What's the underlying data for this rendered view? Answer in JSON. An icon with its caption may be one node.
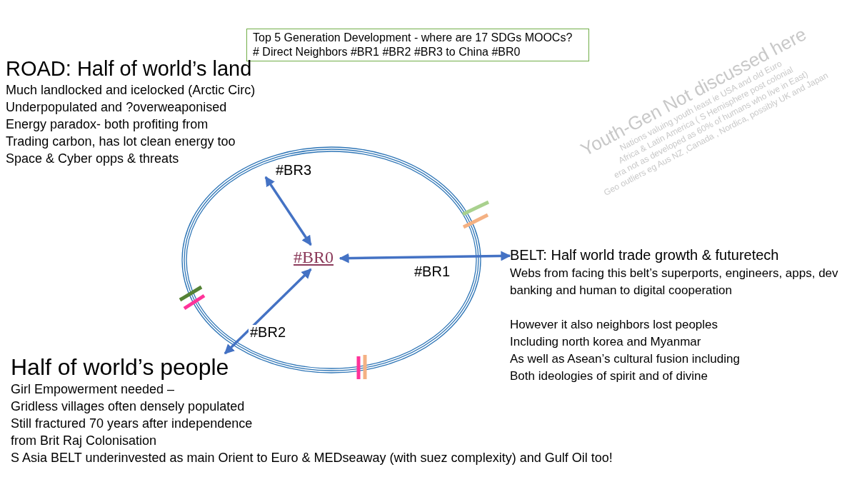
{
  "diagram": {
    "nodes": [
      {
        "text": [
          "Top 5 Generation Development - where are 17 SDGs MOOCs?",
          "# Direct Neighbors #BR1 #BR2 #BR3 to China #BR0"
        ]
      },
      {
        "text": [
          "#BR0"
        ]
      },
      {
        "text": [
          "ROAD: Half of world’s land",
          "Much landlocked and icelocked (Arctic Circ)",
          "Underpopulated and ?overweaponised",
          "Energy paradox- both profiting from",
          "Trading carbon, has lot clean energy too",
          "Space & Cyber opps & threats"
        ]
      },
      {
        "text": [
          "BELT: Half world trade growth & futuretech",
          "Webs from facing this belt’s superports, engineers, apps, dev banking and human to digital cooperation",
          "However it also neighbors lost peoples",
          "Including north korea and Myanmar",
          "As well as Asean’s cultural fusion including",
          "Both ideologies of spirit and of divine"
        ]
      },
      {
        "text": [
          "Half of world’s people",
          "Girl Empowerment needed –",
          "Gridless villages often densely populated",
          "Still fractured 70 years after independence from Brit Raj Colonisation",
          "S Asia BELT underinvested as main Orient to Euro & MEDseaway (with suez complexity) and Gulf Oil too!"
        ]
      }
    ],
    "edges": [
      {
        "from": 1,
        "to": 2,
        "arrow": "both",
        "label": "#BR3"
      },
      {
        "from": 1,
        "to": 3,
        "arrow": "both",
        "label": "#BR1"
      },
      {
        "from": 1,
        "to": 4,
        "arrow": "both",
        "label": "#BR2"
      }
    ],
    "labels": [
      "Youth-Gen Not discussed here",
      "Nations valuing youth least ie USA and old Euro",
      "Africa & Latin America ( S Hemisphere post colonial",
      "era not as developed as 60% of humans who live in East)",
      "Geo outliers eg Aus NZ ,Canada , Nordica, possibly UK and Japan"
    ]
  }
}
